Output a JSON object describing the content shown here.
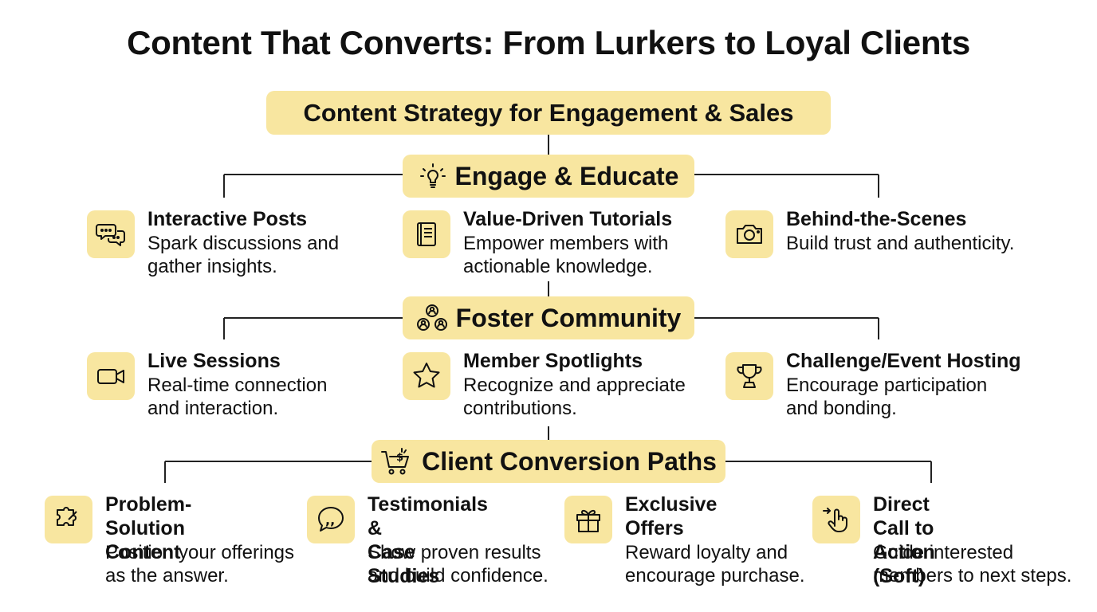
{
  "title": "Content That Converts: From Lurkers to Loyal Clients",
  "root": {
    "label": "Content Strategy for Engagement & Sales"
  },
  "sections": [
    {
      "label": "Engage & Educate",
      "icon": "lightbulb-icon",
      "items": [
        {
          "title": "Interactive Posts",
          "desc1": "Spark discussions and",
          "desc2": "gather insights.",
          "icon": "chat-bubbles-icon"
        },
        {
          "title": "Value-Driven Tutorials",
          "desc1": "Empower members with",
          "desc2": "actionable knowledge.",
          "icon": "book-icon"
        },
        {
          "title": "Behind-the-Scenes",
          "desc1": "Build trust and authenticity.",
          "desc2": "",
          "icon": "camera-icon"
        }
      ]
    },
    {
      "label": "Foster Community",
      "icon": "community-icon",
      "items": [
        {
          "title": "Live Sessions",
          "desc1": "Real-time connection",
          "desc2": "and interaction.",
          "icon": "video-camera-icon"
        },
        {
          "title": "Member Spotlights",
          "desc1": "Recognize and appreciate",
          "desc2": "contributions.",
          "icon": "star-icon"
        },
        {
          "title": "Challenge/Event Hosting",
          "desc1": "Encourage participation",
          "desc2": "and bonding.",
          "icon": "trophy-icon"
        }
      ]
    },
    {
      "label": "Client Conversion Paths",
      "icon": "shopping-cart-icon",
      "items": [
        {
          "title1": "Problem-Solution",
          "title2": "Content",
          "desc1": "Position your offerings",
          "desc2": "as the answer.",
          "icon": "puzzle-icon"
        },
        {
          "title1": "Testimonials &",
          "title2": "Case Studies",
          "desc1": "Show proven results",
          "desc2": "and build confidence.",
          "icon": "quote-bubble-icon"
        },
        {
          "title1": "Exclusive Offers",
          "title2": "",
          "desc1": "Reward loyalty and",
          "desc2": "encourage purchase.",
          "icon": "gift-icon"
        },
        {
          "title1": "Direct Call to",
          "title2": "Action (Soft)",
          "desc1": "Guide interested",
          "desc2": "members to next steps.",
          "icon": "pointer-hand-icon"
        }
      ]
    }
  ],
  "colors": {
    "accent": "#f8e6a0",
    "text": "#111111",
    "line": "#222222"
  }
}
